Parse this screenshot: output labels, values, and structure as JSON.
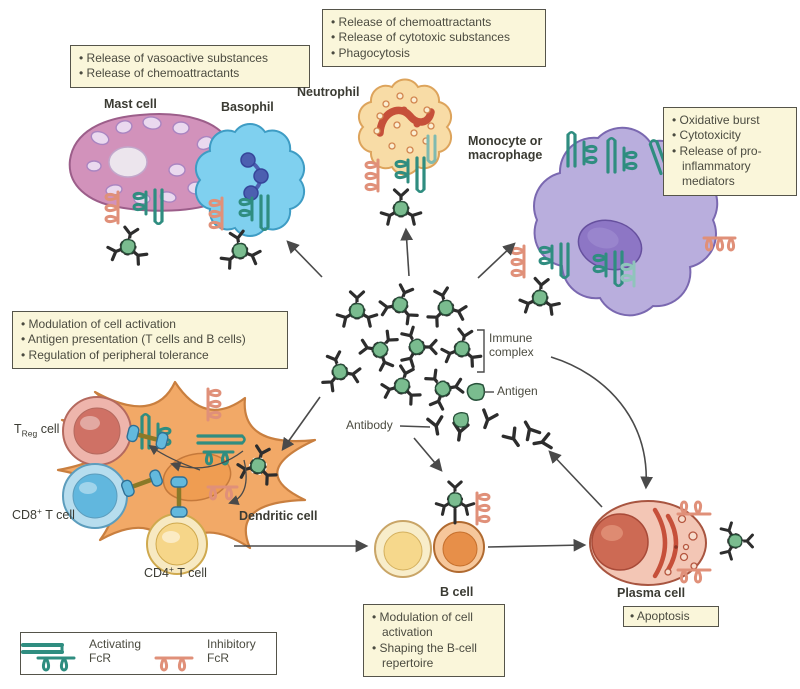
{
  "figure": {
    "title_hint": "Immune-complex interactions with Fc-receptor-bearing cells",
    "colors": {
      "background": "#ffffff",
      "box_bg": "#faf6da",
      "box_border": "#55544a",
      "text": "#4b4b40",
      "label": "#3b3b33",
      "activating_fcr": "#2f8d80",
      "inhibitory_fcr": "#e09079",
      "antigen_green": "#7abc8f",
      "antibody_dark": "#2d2d2d",
      "arrow": "#4a4a4a",
      "mast_cell": "#d292bb",
      "basophil": "#7fd0ef",
      "neutrophil": "#f8dca6",
      "monocyte": "#b9aedd",
      "dendritic_cell": "#f2a967",
      "b_cell": "#f6c79b",
      "plasma_cell": "#f3c6b5"
    },
    "boxes": {
      "mast_basophil": [
        "Release of vasoactive substances",
        "Release of chemoattractants"
      ],
      "neutrophil": [
        "Release of chemoattractants",
        "Release of cytotoxic substances",
        "Phagocytosis"
      ],
      "monocyte": [
        "Oxidative burst",
        "Cytotoxicity",
        "Release of pro-inflammatory mediators"
      ],
      "dendritic": [
        "Modulation of cell activation",
        "Antigen presentation (T cells and B cells)",
        "Regulation of peripheral tolerance"
      ],
      "b_cell": [
        "Modulation of cell activation",
        "Shaping the B-cell repertoire"
      ],
      "plasma": [
        "Apoptosis"
      ]
    },
    "labels": {
      "mast": "Mast cell",
      "basophil": "Basophil",
      "neutrophil": "Neutrophil",
      "monocyte": "Monocyte or macrophage",
      "dendritic": "Dendritic cell",
      "treg_prefix": "T",
      "treg_sub": "Reg",
      "treg_suffix": " cell",
      "cd8_prefix": "CD8",
      "cd8_sup": "+",
      "cd8_suffix": " T cell",
      "cd4_prefix": "CD4",
      "cd4_sup": "+",
      "cd4_suffix": " T cell",
      "b_cell": "B cell",
      "plasma": "Plasma cell",
      "immune_complex": "Immune complex",
      "antigen": "Antigen",
      "antibody": "Antibody"
    },
    "legend": {
      "activating": "Activating FcR",
      "inhibitory": "Inhibitory FcR"
    }
  }
}
